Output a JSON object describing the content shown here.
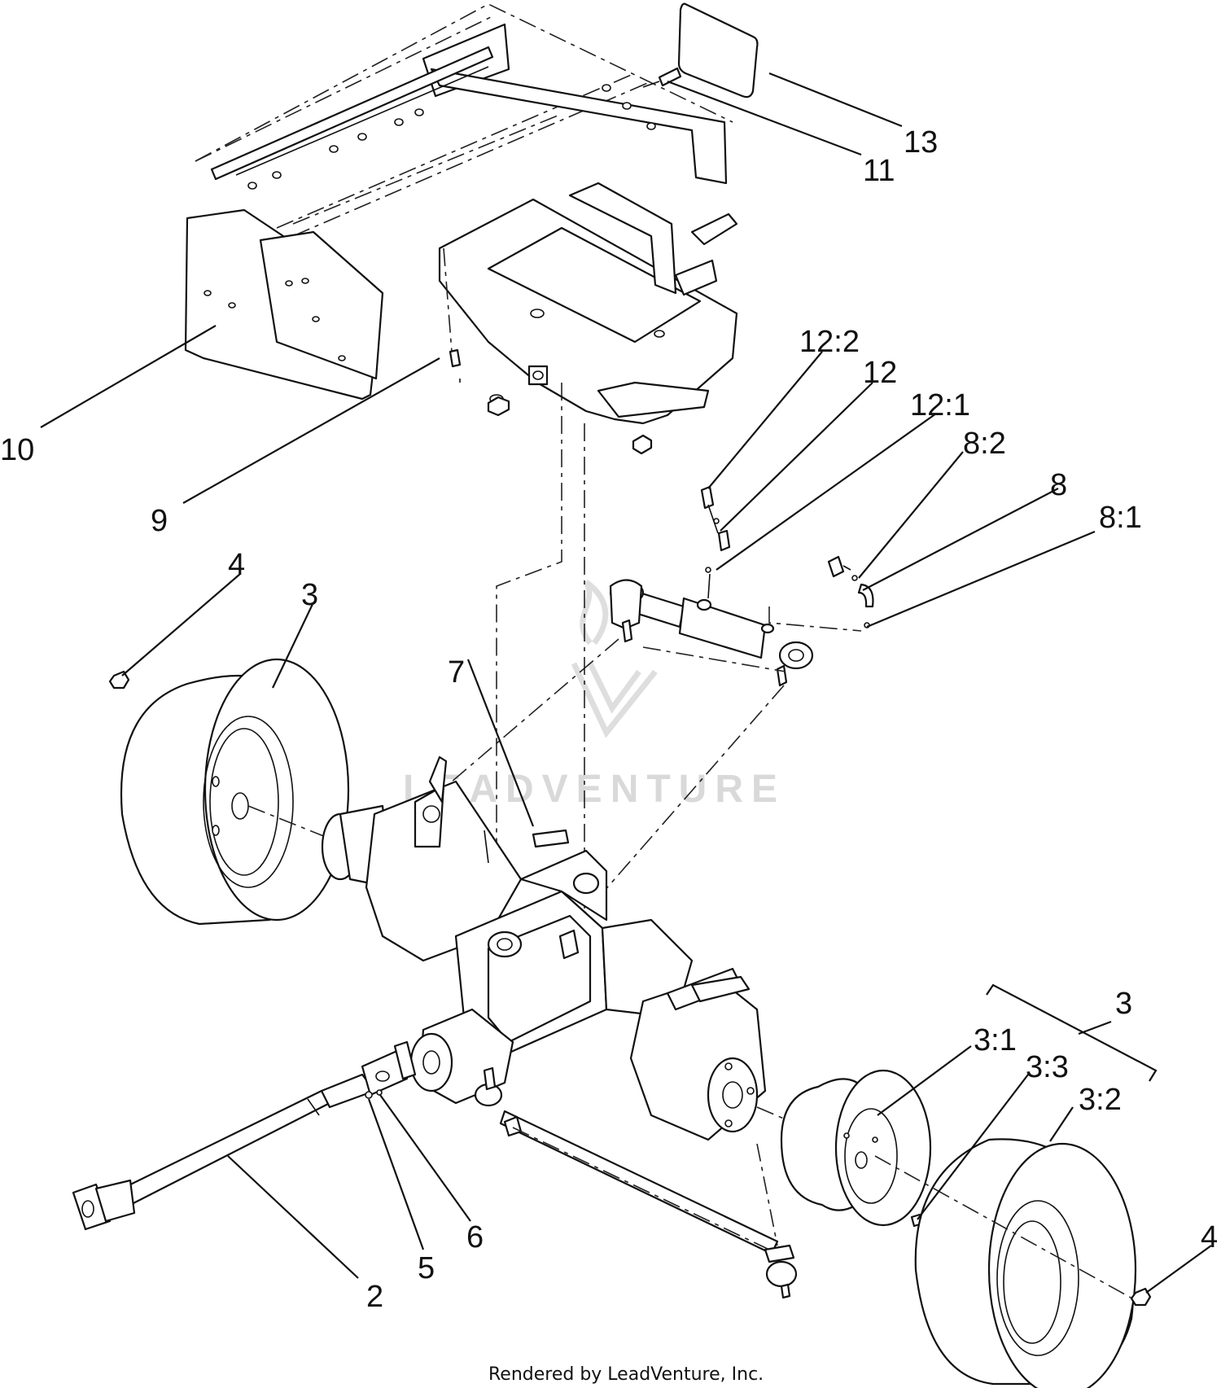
{
  "diagram": {
    "callouts": [
      {
        "id": "c13",
        "label": "13"
      },
      {
        "id": "c11",
        "label": "11"
      },
      {
        "id": "c10",
        "label": "10"
      },
      {
        "id": "c9",
        "label": "9"
      },
      {
        "id": "c12-2",
        "label": "12:2"
      },
      {
        "id": "c12",
        "label": "12"
      },
      {
        "id": "c12-1",
        "label": "12:1"
      },
      {
        "id": "c8-2",
        "label": "8:2"
      },
      {
        "id": "c8",
        "label": "8"
      },
      {
        "id": "c8-1",
        "label": "8:1"
      },
      {
        "id": "c4-left",
        "label": "4"
      },
      {
        "id": "c3-left",
        "label": "3"
      },
      {
        "id": "c7",
        "label": "7"
      },
      {
        "id": "c3-bracket",
        "label": "3"
      },
      {
        "id": "c3-1",
        "label": "3:1"
      },
      {
        "id": "c3-3",
        "label": "3:3"
      },
      {
        "id": "c3-2",
        "label": "3:2"
      },
      {
        "id": "c4-right",
        "label": "4"
      },
      {
        "id": "c6",
        "label": "6"
      },
      {
        "id": "c5",
        "label": "5"
      },
      {
        "id": "c2",
        "label": "2"
      }
    ],
    "watermark": "LEADVENTURE",
    "footer": "Rendered by LeadVenture, Inc."
  }
}
